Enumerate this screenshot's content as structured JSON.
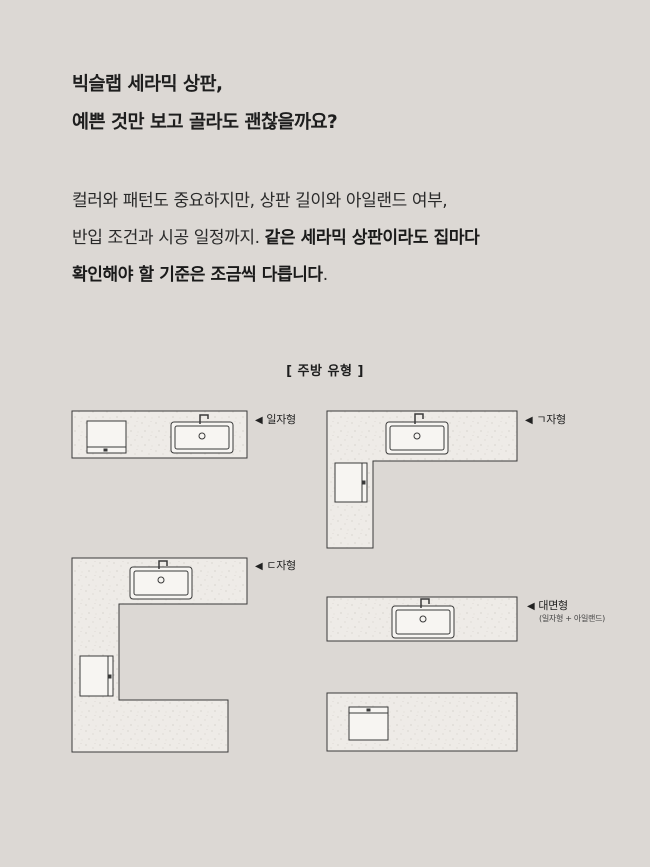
{
  "headline": {
    "line1": "빅슬랩 세라믹 상판,",
    "line2": "예쁜 것만 보고 골라도 괜찮을까요?"
  },
  "body": {
    "line1": "컬러와 패턴도 중요하지만, 상판 길이와 아일랜드 여부,",
    "line2_plain": "반입 조건과 시공 일정까지. ",
    "line2_bold": "같은 세라믹 상판이라도 집마다",
    "line3_bold": "확인해야 할 기준은 조금씩 다릅니다",
    "line3_end": "."
  },
  "section_title": "[ 주방 유형 ]",
  "layouts": {
    "straight": {
      "label": "일자형"
    },
    "l_shape": {
      "label": "ㄱ자형"
    },
    "u_shape": {
      "label": "ㄷ자형"
    },
    "island": {
      "label": "대면형",
      "sublabel": "(일자형 + 아일랜드)"
    }
  },
  "icons": {
    "arrow": "◀"
  },
  "colors": {
    "background": "#dcd8d4",
    "counter_fill": "#eeebe7",
    "outline": "#3a3a3a"
  }
}
